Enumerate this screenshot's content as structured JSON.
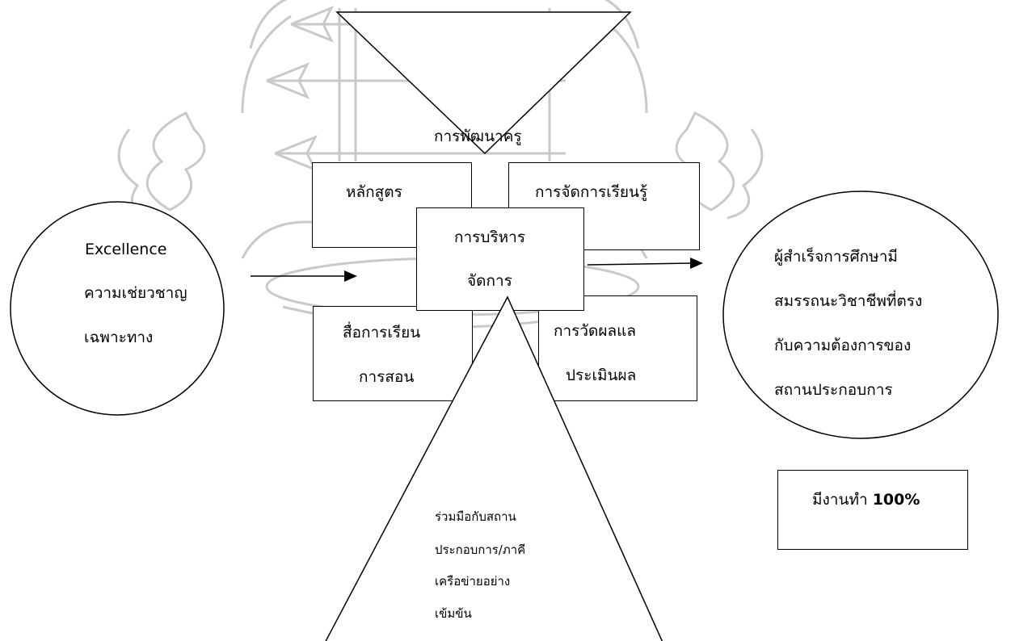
{
  "diagram": {
    "top_triangle": {
      "label": "การพัฒนาครู"
    },
    "boxes": {
      "curriculum": "หลักสูตร",
      "learning_management": "การจัดการเรียนรู้",
      "administration_line1": "การบริหาร",
      "administration_line2": "จัดการ",
      "media_line1": "สื่อการเรียน",
      "media_line2": "การสอน",
      "evaluation_line1": "การวัดผลแล",
      "evaluation_line2": "ประเมินผล"
    },
    "left_circle": {
      "title": "Excellence",
      "line1": "ความเช่ยวชาญ",
      "line2": "เฉพาะทาง"
    },
    "right_circle": {
      "line1": "ผู้สำเร็จการศึกษามี",
      "line2": "สมรรถนะวิชาชีพที่ตรง",
      "line3": "กับความต้องการของ",
      "line4": "สถานประกอบการ"
    },
    "employment_box": {
      "prefix": "มีงานทำ ",
      "value": "100%"
    },
    "bottom_triangle": {
      "line1": "ร่วมมือกับสถาน",
      "line2": "ประกอบการ/ภาคี",
      "line3": "เครือข่ายอย่าง",
      "line4": "เข้มข้น"
    }
  }
}
